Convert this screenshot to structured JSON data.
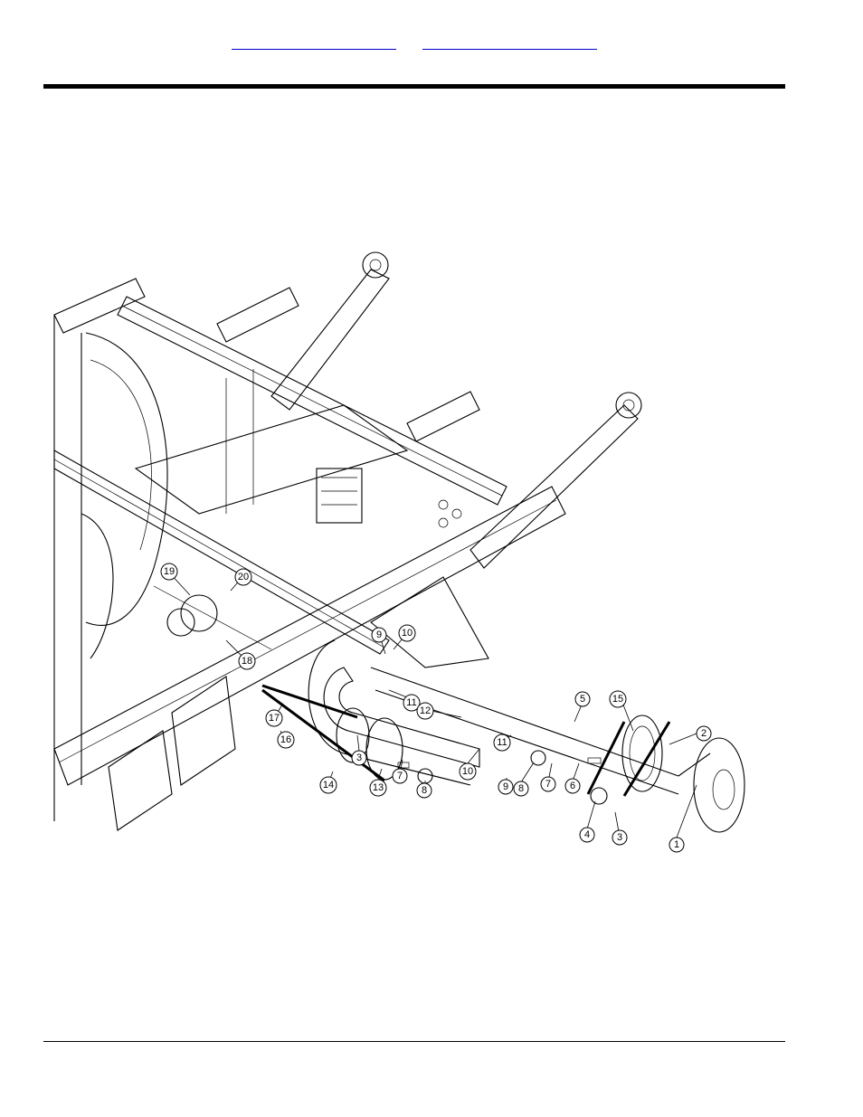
{
  "header": {
    "link_left": "",
    "link_right": ""
  },
  "figure": {
    "callouts": [
      {
        "id": "c1",
        "label": "1"
      },
      {
        "id": "c2",
        "label": "2"
      },
      {
        "id": "c3a",
        "label": "3"
      },
      {
        "id": "c3b",
        "label": "3"
      },
      {
        "id": "c4",
        "label": "4"
      },
      {
        "id": "c5",
        "label": "5"
      },
      {
        "id": "c6",
        "label": "6"
      },
      {
        "id": "c7a",
        "label": "7"
      },
      {
        "id": "c7b",
        "label": "7"
      },
      {
        "id": "c8a",
        "label": "8"
      },
      {
        "id": "c8b",
        "label": "8"
      },
      {
        "id": "c9a",
        "label": "9"
      },
      {
        "id": "c9b",
        "label": "9"
      },
      {
        "id": "c10a",
        "label": "10"
      },
      {
        "id": "c10b",
        "label": "10"
      },
      {
        "id": "c11a",
        "label": "11"
      },
      {
        "id": "c11b",
        "label": "11"
      },
      {
        "id": "c12",
        "label": "12"
      },
      {
        "id": "c13",
        "label": "13"
      },
      {
        "id": "c14",
        "label": "14"
      },
      {
        "id": "c15",
        "label": "15"
      },
      {
        "id": "c16",
        "label": "16"
      },
      {
        "id": "c17",
        "label": "17"
      },
      {
        "id": "c18",
        "label": "18"
      },
      {
        "id": "c19",
        "label": "19"
      },
      {
        "id": "c20",
        "label": "20"
      }
    ]
  }
}
